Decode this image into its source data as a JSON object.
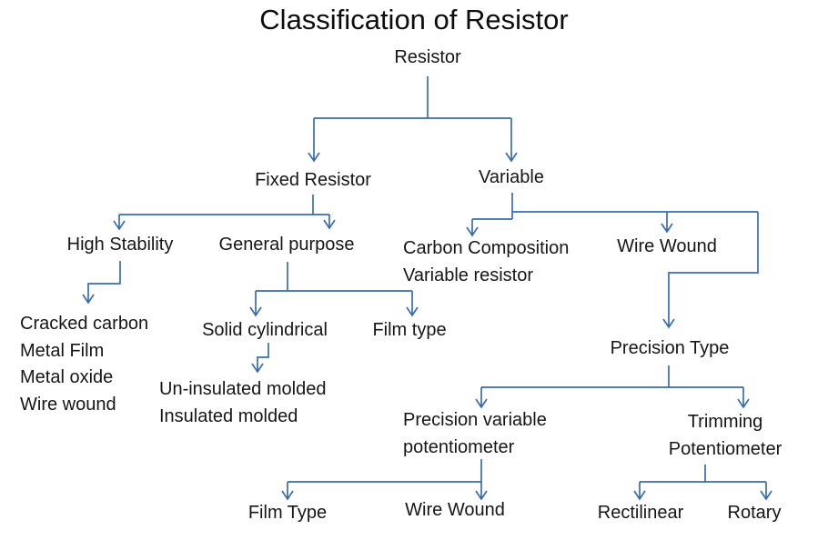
{
  "title": "Classification of Resistor",
  "colors": {
    "line": "#3a6cae",
    "text": "#161616",
    "background": "#ffffff"
  },
  "nodes": {
    "resistor": "Resistor",
    "fixed_resistor": "Fixed Resistor",
    "variable": "Variable",
    "high_stability": "High Stability",
    "general_purpose": "General purpose",
    "high_stability_types": [
      "Cracked carbon",
      "Metal Film",
      "Metal oxide",
      "Wire wound"
    ],
    "solid_cylindrical": "Solid cylindrical",
    "film_type": "Film type",
    "molded_types": [
      "Un-insulated molded",
      "Insulated molded"
    ],
    "carbon_composition": [
      "Carbon Composition",
      "Variable resistor"
    ],
    "wire_wound": "Wire Wound",
    "precision_type": "Precision Type",
    "precision_variable_potentiometer": [
      "Precision variable",
      "potentiometer"
    ],
    "trimming_potentiometer": [
      "Trimming",
      "Potentiometer"
    ],
    "precision_film_type": "Film Type",
    "precision_wire_wound": "Wire Wound",
    "rectilinear": "Rectilinear",
    "rotary": "Rotary"
  }
}
